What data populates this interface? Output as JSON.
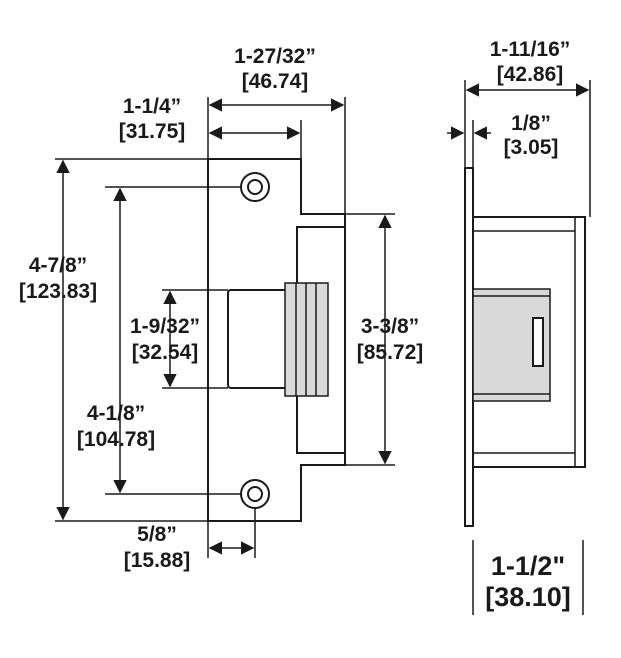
{
  "dimensions": {
    "overall_width": {
      "imperial": "1-27/32”",
      "metric": "[46.74]"
    },
    "faceplate_width": {
      "imperial": "1-1/4”",
      "metric": "[31.75]"
    },
    "overall_height": {
      "imperial": "4-7/8”",
      "metric": "[123.83]"
    },
    "hole_spacing": {
      "imperial": "4-1/8”",
      "metric": "[104.78]"
    },
    "keeper_height": {
      "imperial": "1-9/32”",
      "metric": "[32.54]"
    },
    "body_height": {
      "imperial": "3-3/8”",
      "metric": "[85.72]"
    },
    "hole_offset": {
      "imperial": "5/8”",
      "metric": "[15.88]"
    },
    "side_depth": {
      "imperial": "1-11/16”",
      "metric": "[42.86]"
    },
    "plate_thickness": {
      "imperial": "1/8”",
      "metric": "[3.05]"
    },
    "backset_depth": {
      "imperial": "1-1/2\"",
      "metric": "[38.10]"
    }
  },
  "colors": {
    "line": "#1a1a1a",
    "shade": "#d9d9d9",
    "background": "#ffffff"
  }
}
